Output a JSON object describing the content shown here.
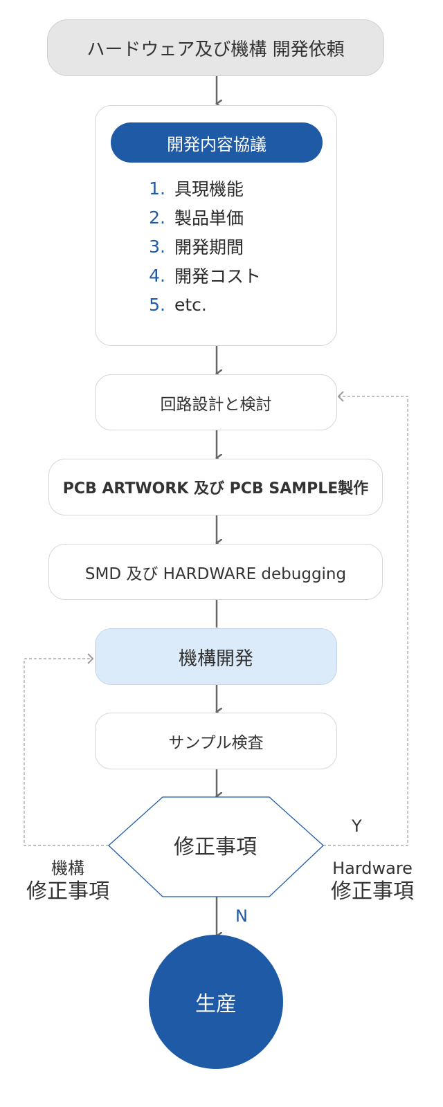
{
  "request": "ハードウェア及び機構 開発依頼",
  "discussion": {
    "title": "開発内容協議",
    "items": [
      {
        "num": "1.",
        "label": "具現機能"
      },
      {
        "num": "2.",
        "label": "製品単価"
      },
      {
        "num": "3.",
        "label": "開発期間"
      },
      {
        "num": "4.",
        "label": "開発コスト"
      },
      {
        "num": "5.",
        "label": "etc."
      }
    ]
  },
  "steps": {
    "circuit": "回路設計と検討",
    "pcb": "PCB ARTWORK 及び PCB SAMPLE製作",
    "smd": "SMD 及び HARDWARE debugging",
    "mechanism": "機構開発",
    "inspection": "サンプル検査"
  },
  "decision": "修正事項",
  "branches": {
    "left_line1": "機構",
    "left_line2": "修正事項",
    "right_line1": "Hardware",
    "right_line2": "修正事項",
    "yes": "Y",
    "no": "N"
  },
  "end": "生産",
  "colors": {
    "accent": "#1f5aa6",
    "arrow": "#666666",
    "feedback": "#999999",
    "mechanism_fill": "#dcebf9",
    "request_fill": "#e6e6e6"
  }
}
